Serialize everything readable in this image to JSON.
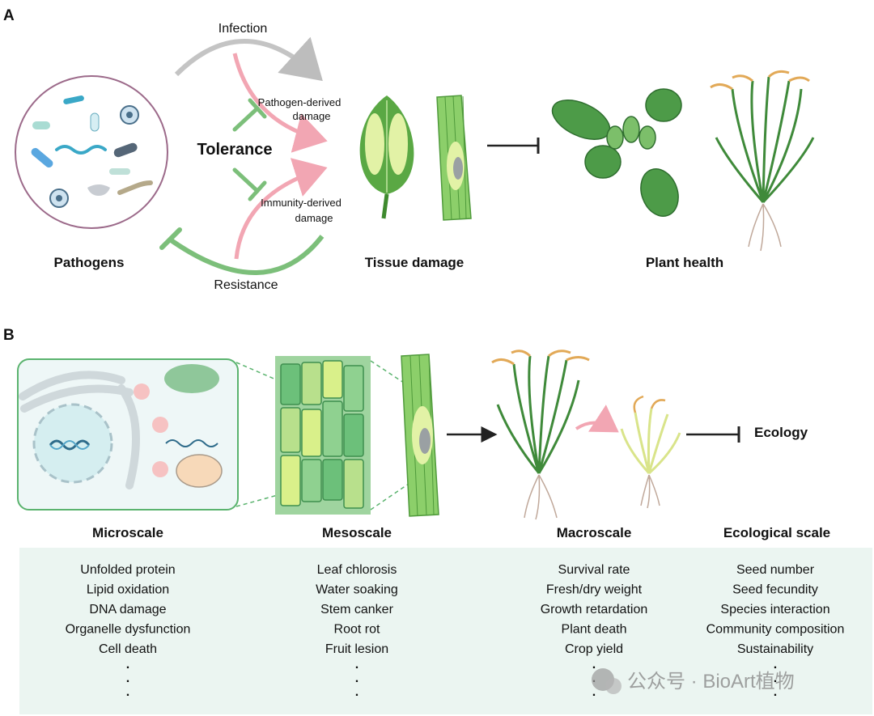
{
  "panel_a": {
    "letter": "A",
    "infection": "Infection",
    "pathogen_damage": [
      "Pathogen-derived",
      "damage"
    ],
    "tolerance": "Tolerance",
    "immunity_damage": [
      "Immunity-derived",
      "damage"
    ],
    "resistance": "Resistance",
    "pathogens": "Pathogens",
    "tissue_damage": "Tissue damage",
    "plant_health": "Plant health"
  },
  "panel_b": {
    "letter": "B",
    "ecology": "Ecology",
    "columns": [
      {
        "title": "Microscale",
        "items": [
          "Unfolded protein",
          "Lipid oxidation",
          "DNA damage",
          "Organelle dysfunction",
          "Cell death"
        ]
      },
      {
        "title": "Mesoscale",
        "items": [
          "Leaf chlorosis",
          "Water soaking",
          "Stem canker",
          "Root rot",
          "Fruit lesion"
        ]
      },
      {
        "title": "Macroscale",
        "items": [
          "Survival rate",
          "Fresh/dry weight",
          "Growth retardation",
          "Plant death",
          "Crop yield"
        ]
      },
      {
        "title": "Ecological scale",
        "items": [
          "Seed number",
          "Seed fecundity",
          "Species interaction",
          "Community composition",
          "Sustainability"
        ]
      }
    ],
    "ellipsis": ".",
    "watermark": "公众号 · BioArt植物"
  },
  "colors": {
    "green": "#7cbf7a",
    "pink": "#f2a6b3",
    "gray_arrow": "#c4c4c4",
    "panel_bg": "#ebf5f1",
    "cell_green": "#5ab36e"
  }
}
